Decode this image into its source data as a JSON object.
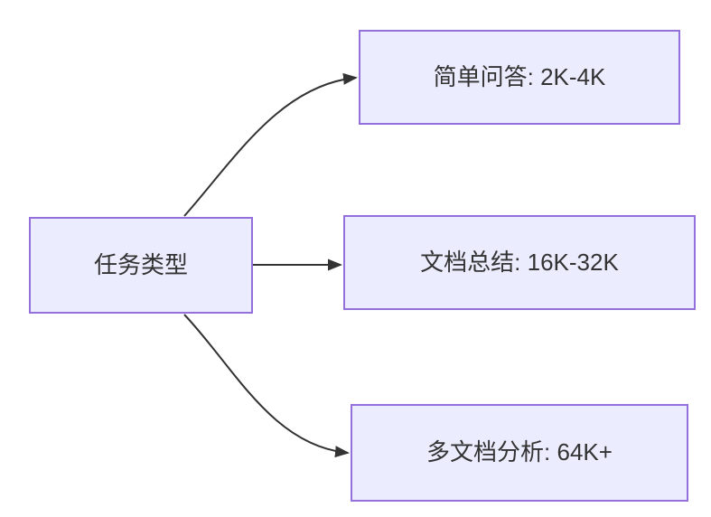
{
  "diagram": {
    "type": "flowchart",
    "direction": "LR",
    "nodes": {
      "root": {
        "label": "任务类型"
      },
      "simple_qa": {
        "label": "简单问答: 2K-4K"
      },
      "doc_summary": {
        "label": "文档总结: 16K-32K"
      },
      "multidoc": {
        "label": "多文档分析: 64K+"
      }
    },
    "edges": [
      {
        "from": "root",
        "to": "simple_qa"
      },
      {
        "from": "root",
        "to": "doc_summary"
      },
      {
        "from": "root",
        "to": "multidoc"
      }
    ],
    "colors": {
      "node_fill": "#ECECFF",
      "node_border": "#9370DB",
      "edge_stroke": "#333333",
      "text": "#333333",
      "background": "#FFFFFF"
    }
  }
}
